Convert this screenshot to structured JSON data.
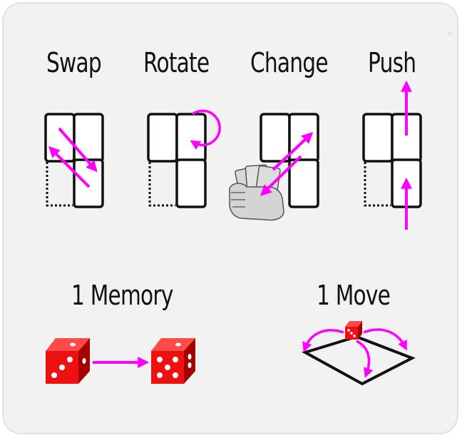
{
  "actions": [
    {
      "key": "swap",
      "label": "Swap"
    },
    {
      "key": "rotate",
      "label": "Rotate"
    },
    {
      "key": "change",
      "label": "Change"
    },
    {
      "key": "push",
      "label": "Push"
    }
  ],
  "bottom": {
    "memory": {
      "label": "1 Memory"
    },
    "move": {
      "label": "1 Move"
    }
  },
  "colors": {
    "arrow": "#ff00ff",
    "die": "#ee1111",
    "die_dark": "#a40000",
    "panel_bg": "#f2f2f2",
    "outline": "#111111"
  }
}
